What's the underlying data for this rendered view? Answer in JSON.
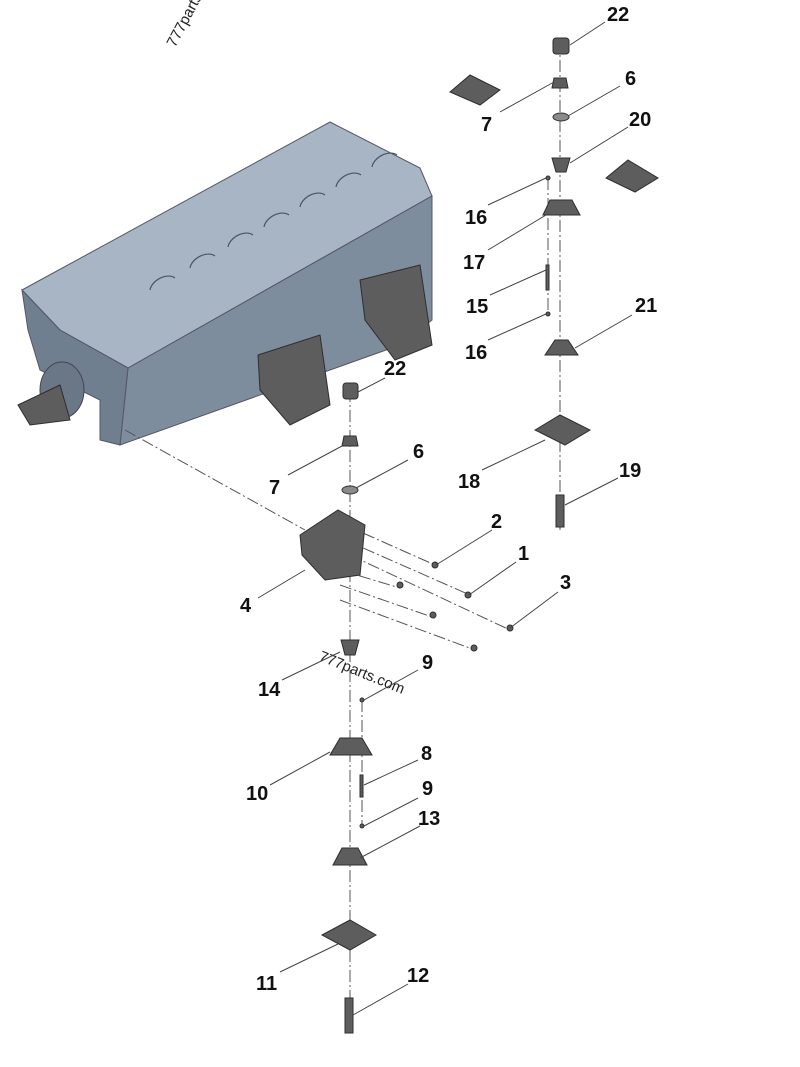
{
  "watermark": "777parts.com",
  "watermark_top": "777parts",
  "callouts": [
    "22",
    "6",
    "7",
    "20",
    "16",
    "17",
    "15",
    "16",
    "21",
    "22",
    "18",
    "19",
    "6",
    "7",
    "2",
    "1",
    "3",
    "4",
    "14",
    "9",
    "8",
    "10",
    "9",
    "13",
    "11",
    "12"
  ],
  "colors": {
    "engine_block": "#8c9cad",
    "parts": "#5d5d5d",
    "text": "#111111"
  }
}
